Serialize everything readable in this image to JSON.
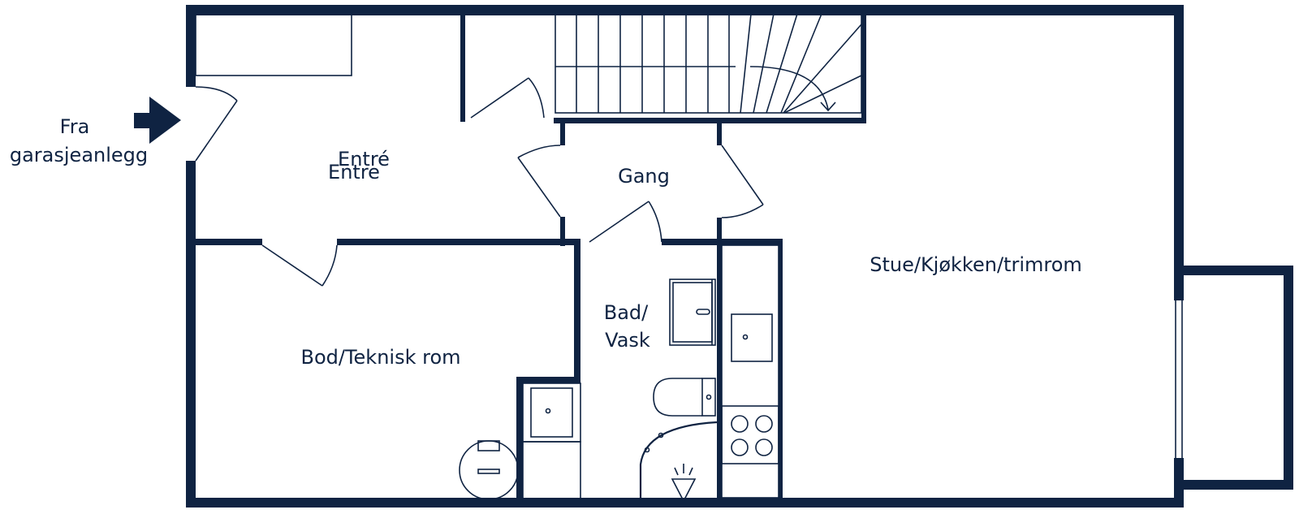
{
  "entrance": {
    "line1": "Fra",
    "line2": "garasjeanlegg",
    "icon": "arrow-right-icon"
  },
  "rooms": {
    "entre_a": "Entré",
    "entre_b": "Entre",
    "gang": "Gang",
    "stue": "Stue/Kjøkken/trimrom",
    "bad_line1": "Bad/",
    "bad_line2": "Vask",
    "bod": "Bod/Teknisk rom"
  },
  "colors": {
    "wall": "#0f2342",
    "background": "#ffffff"
  }
}
